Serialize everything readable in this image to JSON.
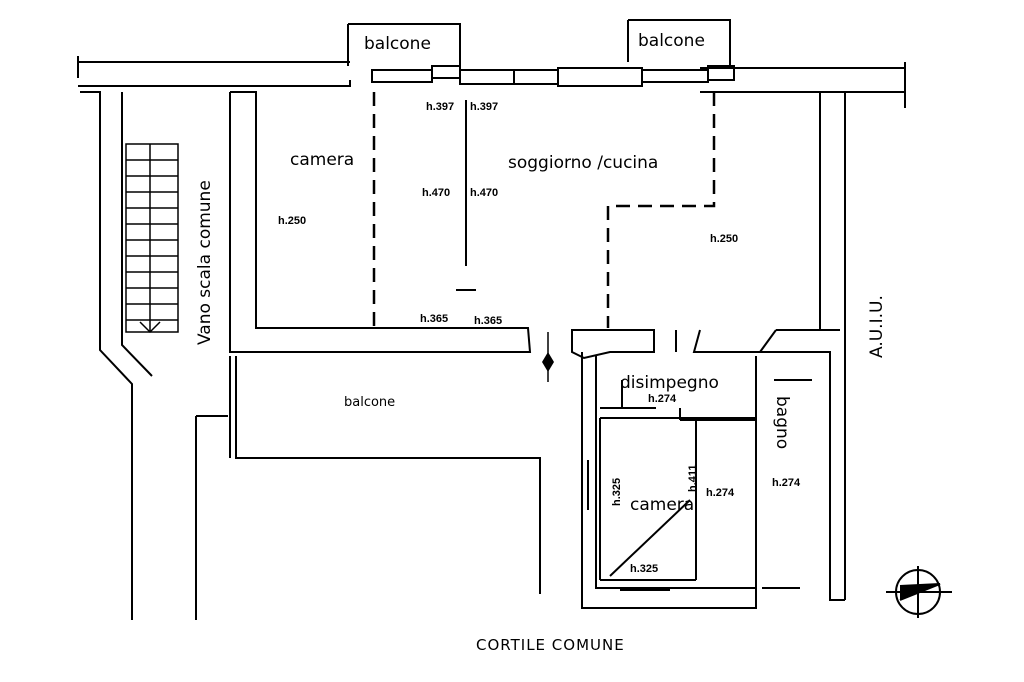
{
  "rooms": {
    "balcone_left_top": "balcone",
    "balcone_right_top": "balcone",
    "camera_1": "camera",
    "soggiorno": "soggiorno /cucina",
    "vano_scala": "Vano scala comune",
    "balcone_main": "balcone",
    "disimpegno": "disimpegno",
    "bagno": "bagno",
    "camera_2": "camera",
    "auiu": "A.U.I.U.",
    "cortile": "CORTILE COMUNE"
  },
  "heights": {
    "h397a": "h.397",
    "h397b": "h.397",
    "h470a": "h.470",
    "h470b": "h.470",
    "h250a": "h.250",
    "h250b": "h.250",
    "h365a": "h.365",
    "h365b": "h.365",
    "h274a": "h.274",
    "h274b": "h.274",
    "h274c": "h.274",
    "h325a": "h.325",
    "h325b": "h.325",
    "h411": "h.411"
  },
  "colors": {
    "ink": "#000000",
    "paper": "#ffffff"
  },
  "icons": {
    "north_arrow": "north-arrow-icon",
    "marker": "location-marker-icon"
  }
}
